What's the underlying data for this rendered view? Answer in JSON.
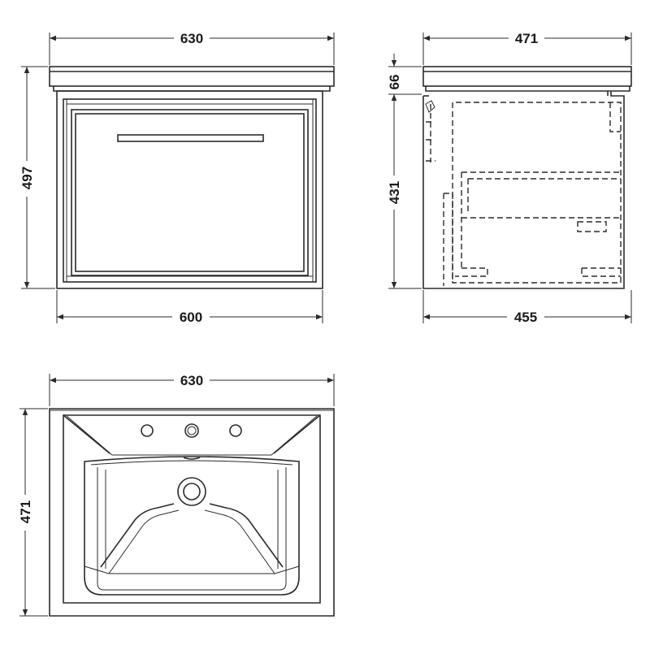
{
  "front_view": {
    "overall_width_label": "630",
    "cabinet_width_label": "600",
    "overall_height_label": "497"
  },
  "side_view": {
    "overall_depth_label": "471",
    "cabinet_depth_label": "455",
    "basin_height_label": "66",
    "cabinet_height_label": "431"
  },
  "top_view": {
    "width_label": "630",
    "depth_label": "471"
  },
  "colors": {
    "line": "#2b2b2b",
    "background": "#ffffff"
  }
}
